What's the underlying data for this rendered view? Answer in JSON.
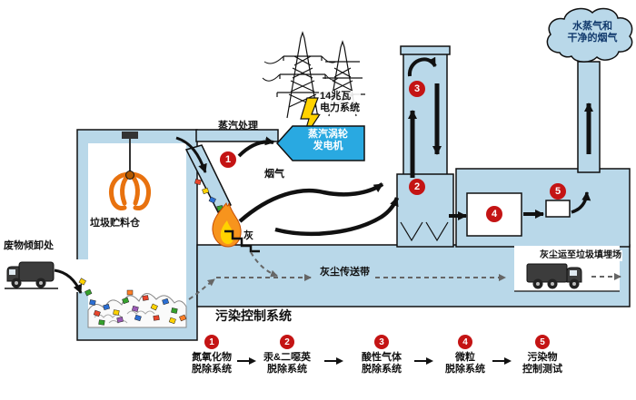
{
  "diagram": {
    "labels": {
      "waste_dump": "废物倾卸处",
      "waste_bunker": "垃圾贮料仓",
      "steam_treatment": "蒸汽处理",
      "power_system": "14兆瓦\n电力系统",
      "turbine": "蒸汽涡轮\n发电机",
      "flue_gas": "烟气",
      "ash": "灰",
      "ash_conveyor": "灰尘传送带",
      "ash_to_landfill": "灰尘运至垃圾填埋场",
      "clean_emissions": "水蒸气和\n干净的烟气"
    },
    "markers": [
      {
        "num": "1"
      },
      {
        "num": "2"
      },
      {
        "num": "3"
      },
      {
        "num": "4"
      },
      {
        "num": "5"
      }
    ]
  },
  "legend": {
    "title": "污染控制系统",
    "items": [
      {
        "num": "1",
        "label": "氮氧化物\n脱除系统"
      },
      {
        "num": "2",
        "label": "汞&二噁英\n脱除系统"
      },
      {
        "num": "3",
        "label": "酸性气体\n脱除系统"
      },
      {
        "num": "4",
        "label": "微粒\n脱除系统"
      },
      {
        "num": "5",
        "label": "污染物\n控制测试"
      }
    ]
  },
  "colors": {
    "plant_blue": "#b9d8e9",
    "turbine_blue": "#29a9e1",
    "marker_red": "#c41414",
    "flame_orange": "#f7941d",
    "flame_yellow": "#ffd200",
    "lightning_yellow": "#ffd200",
    "claw_orange": "#e8720f"
  }
}
